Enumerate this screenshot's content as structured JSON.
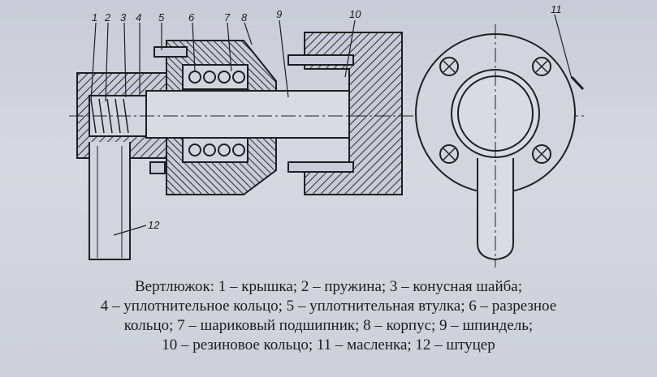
{
  "figure": {
    "labels": [
      "1",
      "2",
      "3",
      "4",
      "5",
      "6",
      "7",
      "8",
      "9",
      "10",
      "11",
      "12"
    ],
    "caption_lines": [
      "Вертлюжок: 1 – крышка; 2 – пружина; 3 – конусная шайба;",
      "4 – уплотнительное кольцо; 5 – уплотнительная втулка; 6 – разрезное",
      "кольцо; 7 – шариковый подшипник; 8 – корпус; 9 – шпиндель;",
      "10 – резиновое кольцо; 11 – масленка; 12 – штуцер"
    ]
  }
}
